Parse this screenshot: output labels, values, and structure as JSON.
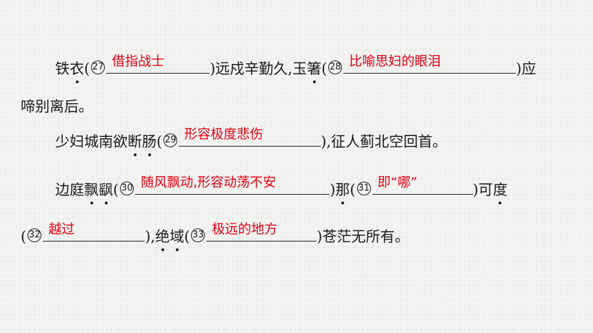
{
  "lines": [
    {
      "parts": [
        {
          "t": "铁"
        },
        {
          "t": "衣",
          "dot": true
        },
        {
          "t": "("
        },
        {
          "num": "27"
        },
        {
          "blank": "借指战士",
          "w": 150
        },
        {
          "t": ")远戍辛勤久,"
        },
        {
          "t": "玉"
        },
        {
          "t": "箸",
          "dot": true
        },
        {
          "t": "("
        },
        {
          "num": "28"
        },
        {
          "blank": "比喻思妇的眼泪",
          "w": 250
        },
        {
          "t": ")应"
        }
      ]
    },
    {
      "parts": [
        {
          "t": "啼别离后。"
        }
      ]
    },
    {
      "parts": [
        {
          "t": "少妇城南欲"
        },
        {
          "t": "断",
          "dot": true
        },
        {
          "t": "肠",
          "dot": true
        },
        {
          "t": "("
        },
        {
          "num": "29"
        },
        {
          "blank": "形容极度悲伤",
          "w": 206
        },
        {
          "t": "),征人蓟北空回首。"
        }
      ]
    },
    {
      "parts": [
        {
          "t": "边庭"
        },
        {
          "t": "飘",
          "dot": true
        },
        {
          "t": "飖",
          "dot": true
        },
        {
          "t": "("
        },
        {
          "num": "30"
        },
        {
          "blank": "随风飘动,形容动荡不安",
          "w": 282
        },
        {
          "t": ")"
        },
        {
          "t": "那",
          "dot": true
        },
        {
          "t": "("
        },
        {
          "num": "31"
        },
        {
          "blank": "即“哪”",
          "w": 146
        },
        {
          "t": ")可"
        },
        {
          "t": "度",
          "dot": true
        }
      ]
    },
    {
      "parts": [
        {
          "t": "("
        },
        {
          "num": "32"
        },
        {
          "blank": "越过",
          "w": 148
        },
        {
          "t": "),"
        },
        {
          "t": "绝",
          "dot": true
        },
        {
          "t": "域",
          "dot": true
        },
        {
          "t": "("
        },
        {
          "num": "33"
        },
        {
          "blank": "极远的地方",
          "w": 160
        },
        {
          "t": ")苍茫无所有。"
        }
      ]
    }
  ]
}
